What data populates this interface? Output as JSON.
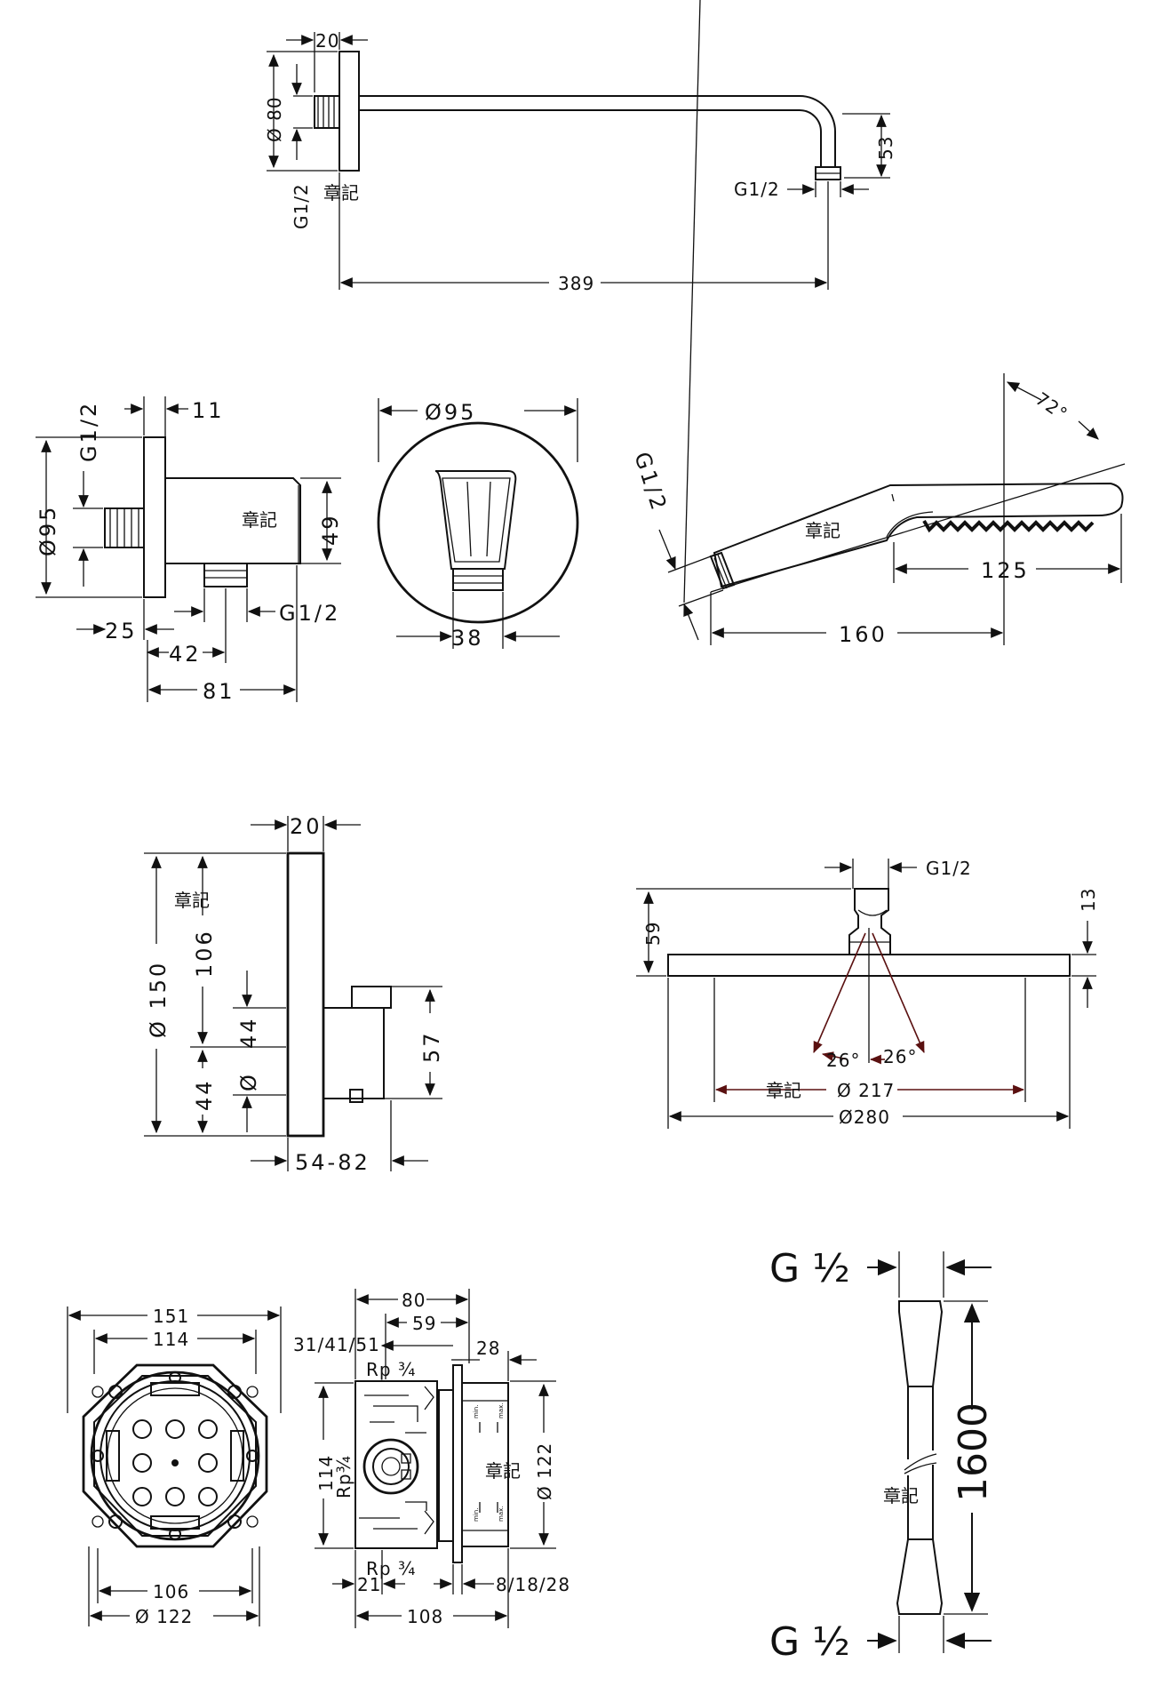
{
  "mark": "章記",
  "shower_arm": {
    "thread_a": "G1/2",
    "thread_b": "G1/2",
    "dia_flange": "Ø 80",
    "flange_width": "20",
    "length": "389",
    "drop": "53"
  },
  "wall_outlet_side": {
    "thread_top": "G1/2",
    "dia": "Ø95",
    "flange": "11",
    "height": "49",
    "offset": "25",
    "outlet_dist": "42",
    "depth": "81",
    "thread_bottom": "G1/2"
  },
  "wall_outlet_front": {
    "dia": "Ø95",
    "width": "38"
  },
  "hand_shower": {
    "thread": "G1/2",
    "angle": "72°",
    "head": "125",
    "handle": "160"
  },
  "thermostat": {
    "plate": "20",
    "dia_total": "Ø 150",
    "h1": "106",
    "h2": "44",
    "h3": "44",
    "dia_small": "Ø",
    "knob": "57",
    "projection": "54-82"
  },
  "overhead_shower": {
    "thread": "G1/2",
    "h_total": "59",
    "thickness": "13",
    "angle_l": "26°",
    "angle_r": "26°",
    "dia_spray": "Ø 217",
    "dia_plate": "Ø280"
  },
  "box_front": {
    "w_outer": "151",
    "w_inner": "114",
    "w_bottom": "106",
    "dia": "Ø 122"
  },
  "box_side": {
    "w80": "80",
    "w59": "59",
    "pos": "31/41/51",
    "w28": "28",
    "rp_top": "Rp ¾",
    "rp_mid": "Rp¾",
    "rp_bot": "Rp ¾",
    "h114": "114",
    "dia122": "Ø 122",
    "w21": "21",
    "cover": "8/18/28",
    "depth": "108",
    "label_min": "min.",
    "label_max": "max."
  },
  "hose": {
    "thread_top": "G ½",
    "thread_bottom": "G ½",
    "length": "1600"
  }
}
